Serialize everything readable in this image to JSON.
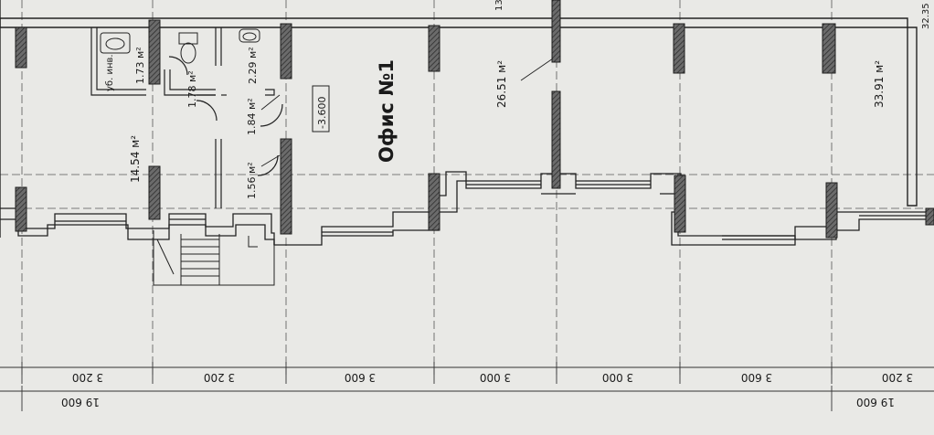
{
  "title": "Офис №1",
  "level_mark": "-3.600",
  "areas": {
    "main_left": "14.54 м²",
    "wc_small": "1.73 м²",
    "wc_label": "уб. инв.",
    "wc_second": "1.78 м²",
    "storage": "2.29 м²",
    "corridor": "1.84 м²",
    "vestibule": "1.56 м²",
    "office_center": "26.51 м²",
    "office_right": "33.91 м²"
  },
  "top_dims": {
    "top_center": "13",
    "top_right": "32.35"
  },
  "dimensions": {
    "segments": [
      "3 200",
      "3 200",
      "3 600",
      "3 000",
      "3 000",
      "3 600",
      "3 200"
    ],
    "totals": [
      "19 600",
      "19 600"
    ]
  }
}
